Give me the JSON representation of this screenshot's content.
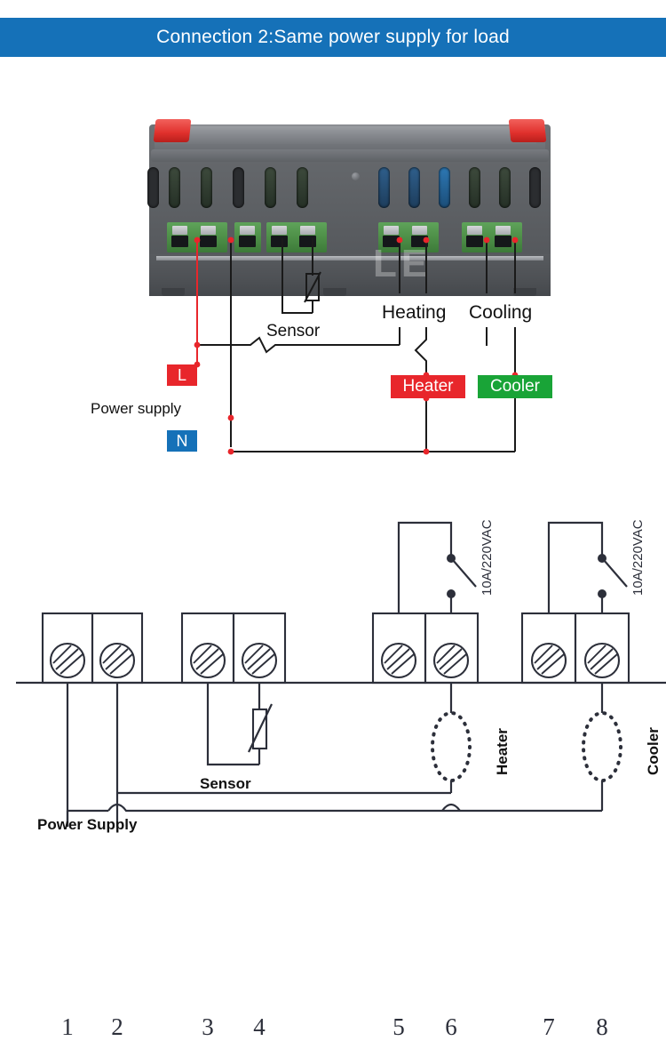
{
  "header": {
    "title": "Connection 2:Same power supply for load",
    "background_color": "#1571b8",
    "text_color": "#ffffff"
  },
  "upper_diagram": {
    "device": {
      "name": "temperature-controller",
      "body_color": "#5c5f63",
      "clip_color": "#e0302c",
      "terminal_block_color": "#4f9149",
      "watermark": "LE"
    },
    "labels": {
      "sensor": "Sensor",
      "heating": "Heating",
      "cooling": "Cooling",
      "power_supply": "Power supply"
    },
    "chips": [
      {
        "id": "live",
        "label": "L",
        "color": "#e8262b"
      },
      {
        "id": "neutral",
        "label": "N",
        "color": "#1571b8"
      },
      {
        "id": "heater",
        "label": "Heater",
        "color": "#e8262b"
      },
      {
        "id": "cooler",
        "label": "Cooler",
        "color": "#19a437"
      }
    ]
  },
  "lower_schematic": {
    "terminals": [
      {
        "number": "1"
      },
      {
        "number": "2"
      },
      {
        "number": "3"
      },
      {
        "number": "4"
      },
      {
        "number": "5"
      },
      {
        "number": "6"
      },
      {
        "number": "7"
      },
      {
        "number": "8"
      }
    ],
    "labels": {
      "sensor": "Sensor",
      "power_supply": "Power Supply",
      "heater": "Heater",
      "cooler": "Cooler"
    },
    "relay_ratings": [
      {
        "for": "heater",
        "text": "10A/220VAC"
      },
      {
        "for": "cooler",
        "text": "10A/220VAC"
      }
    ]
  }
}
